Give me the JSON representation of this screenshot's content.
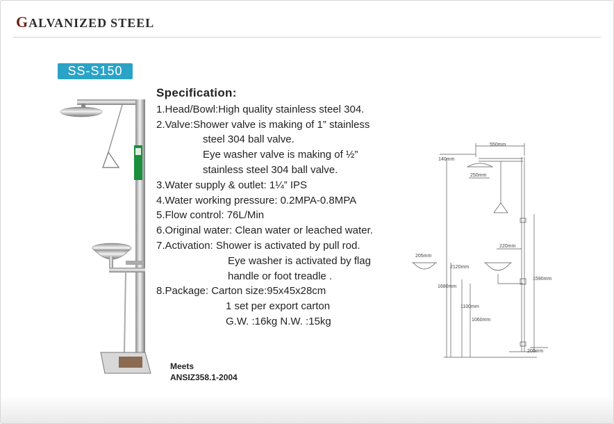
{
  "header": {
    "title_first": "G",
    "title_rest": "ALVANIZED",
    "title_second": "STEEL"
  },
  "model": "SS-S150",
  "spec": {
    "title": "Specification:",
    "lines": [
      "1.Head/Bowl:High quality stainless steel 304.",
      "2.Valve:Shower valve is making of 1” stainless",
      "steel 304 ball valve.",
      "Eye washer valve is making of ½”",
      "stainless steel 304 ball valve.",
      "3.Water supply & outlet: 1¼” IPS",
      "4.Water working pressure: 0.2MPA-0.8MPA",
      "5.Flow control: 76L/Min",
      "6.Original water: Clean water or leached water.",
      "7.Activation: Shower is activated by pull rod.",
      "Eye washer is activated by flag",
      "handle or foot treadle .",
      "8.Package:  Carton size:95x45x28cm",
      "1 set per export carton",
      "G.W. :16kg     N.W. :15kg"
    ]
  },
  "meets": {
    "line1": "Meets",
    "line2": "ANSIZ358.1-2004"
  },
  "dimensions": {
    "d550": "550mm",
    "d140": "140mm",
    "d250": "250mm",
    "d220": "220mm",
    "d205": "205mm",
    "d2120": "2120mm",
    "d1590": "1590mm",
    "d1680": "1680mm",
    "d1100": "1100mm",
    "d1060": "1060mm",
    "d200": "200mm"
  },
  "colors": {
    "accent": "#2aa3c7",
    "header_red": "#6a2414",
    "sign_green": "#1a8f3c"
  }
}
